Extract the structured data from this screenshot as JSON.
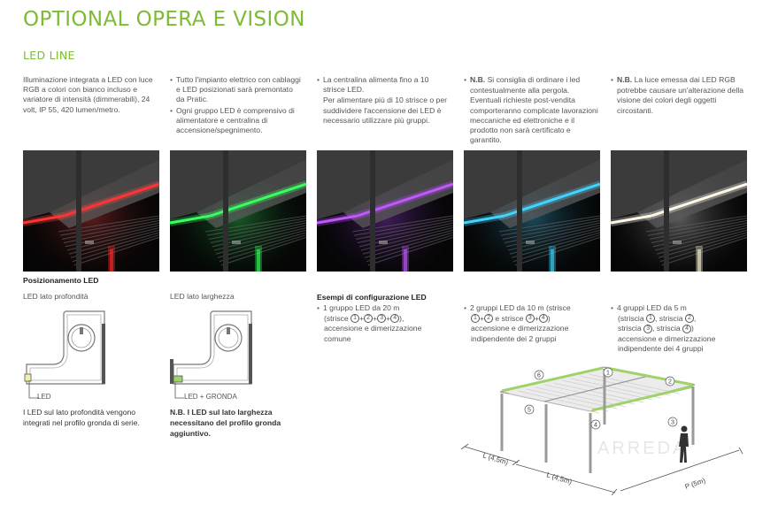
{
  "header": {
    "title": "OPTIONAL OPERA E VISION",
    "subtitle": "LED LINE"
  },
  "columns": [
    {
      "paragraphs": [
        "Illuminazione integrata a LED con luce RGB a colori con bianco incluso e variatore di intensità (dimmerabili), 24 volt, IP 55, 420 lumen/metro."
      ]
    },
    {
      "bullets": [
        "Tutto l'impianto elettrico con cablaggi e LED posizionati sarà premontato da Pratic.",
        "Ogni gruppo LED è comprensivo di alimentatore e centralina di accensione/spegnimento."
      ]
    },
    {
      "bullets": [
        "La centralina alimenta fino a 10 strisce LED.",
        "Per alimentare più di 10 strisce o per suddividere l'accensione dei LED è necessario utilizzare più gruppi."
      ]
    },
    {
      "nb_label": "N.B.",
      "nb_text_first": " Si consiglia di ordinare i led",
      "nb_text_rest": "contestualmente alla pergola. Eventuali richieste post-vendita comporteranno complicate lavorazioni meccaniche ed elettroniche e il prodotto non sarà certificato e garantito."
    },
    {
      "nb_label": "N.B.",
      "nb_text_first": " La luce emessa dai LED RGB",
      "nb_text_rest": "potrebbe causare un'alterazione della visione dei colori degli oggetti circostanti."
    }
  ],
  "photos": [
    {
      "color": "#ff2a2a",
      "glow": "#ff4a4a",
      "name": "red"
    },
    {
      "color": "#34ff5a",
      "glow": "#3cff6a",
      "name": "green"
    },
    {
      "color": "#c45cff",
      "glow": "#b84cff",
      "name": "violet"
    },
    {
      "color": "#3fd7ff",
      "glow": "#48d0ff",
      "name": "cyan"
    },
    {
      "color": "#fff7d8",
      "glow": "#ffffff",
      "name": "white"
    }
  ],
  "positioning": {
    "heading": "Posizionamento LED",
    "left_label": "LED lato profondità",
    "right_label": "LED lato larghezza",
    "left_led_tag": "LED",
    "right_led_tag": "LED + GRONDA",
    "left_note": "I LED sul lato profondità vengono integrati nel profilo gronda di serie.",
    "right_note_label": "N.B.",
    "right_note": " I LED sul lato larghezza necessitano del profilo gronda aggiuntivo."
  },
  "config": {
    "heading": "Esempi di configurazione LED",
    "examples": [
      {
        "line1": "1 gruppo LED da 20 m",
        "line2_prefix": "(strisce ",
        "circles": [
          "1",
          "2",
          "3",
          "4"
        ],
        "line2_suffix": "),",
        "line3": "accensione e dimerizzazione",
        "line4": "comune"
      },
      {
        "line1": "2 gruppi LED da 10 m (strisce",
        "a_circles": [
          "1",
          "2"
        ],
        "mid": " e strisce ",
        "b_circles": [
          "3",
          "4"
        ],
        "end": ")",
        "line3": "accensione e dimerizzazione",
        "line4": "indipendente dei 2 gruppi"
      },
      {
        "line1": "4 gruppi LED da 5 m",
        "l2": "(striscia ",
        "c1": "1",
        "l2b": ", striscia ",
        "c2": "2",
        "l2c": ",",
        "l3a": "striscia ",
        "c3": "3",
        "l3b": ", striscia ",
        "c4": "4",
        "l3c": ")",
        "line5": "accensione e dimerizzazione",
        "line6": "indipendente dei 4 gruppi"
      }
    ]
  },
  "diagram": {
    "labels": [
      "1",
      "2",
      "3",
      "4",
      "5",
      "6"
    ],
    "dim_l1": "L (4,5m)",
    "dim_l2": "L (4,5m)",
    "dim_p": "P (5m)",
    "watermark": "ARREDA"
  },
  "colors": {
    "accent": "#7dbb34",
    "led_green": "#9fd36a"
  }
}
